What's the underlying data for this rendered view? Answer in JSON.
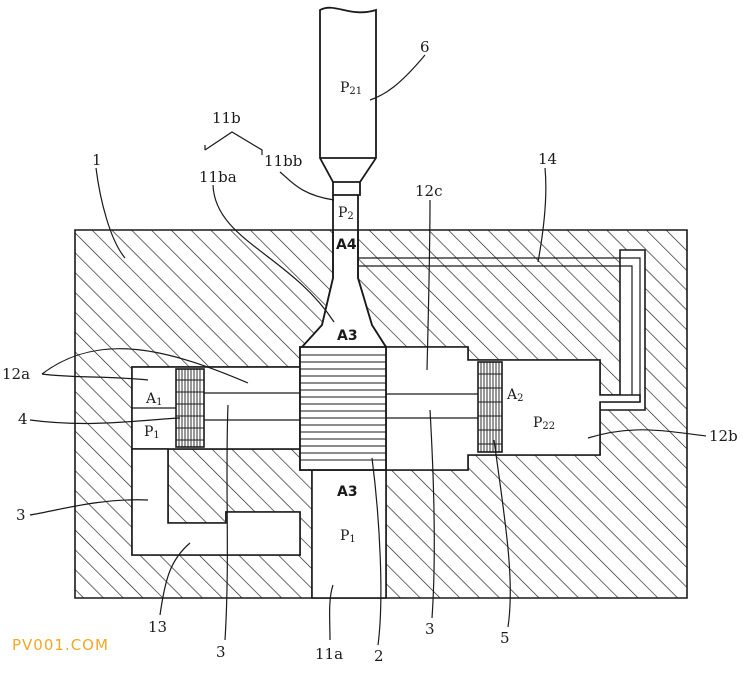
{
  "labels": {
    "n6": "6",
    "n11b": "11b",
    "n11bb": "11bb",
    "n11ba": "11ba",
    "n1": "1",
    "n12c": "12c",
    "n14": "14",
    "n12a": "12a",
    "n4": "4",
    "n3_left": "3",
    "n12b": "12b",
    "n13": "13",
    "n3_bottom_left": "3",
    "n11a": "11a",
    "n2": "2",
    "n3_bottom_right": "3",
    "n5": "5"
  },
  "symbols": {
    "p21_main": "P",
    "p21_sub": "21",
    "p2_main": "P",
    "p2_sub": "2",
    "a4": "A4",
    "a3_top": "A3",
    "a3_bottom": "A3",
    "a1_main": "A",
    "a1_sub": "1",
    "p1_left_main": "P",
    "p1_left_sub": "1",
    "a2_main": "A",
    "a2_sub": "2",
    "p22_main": "P",
    "p22_sub": "22",
    "p1_center_main": "P",
    "p1_center_sub": "1"
  },
  "watermark": "PV001.COM"
}
